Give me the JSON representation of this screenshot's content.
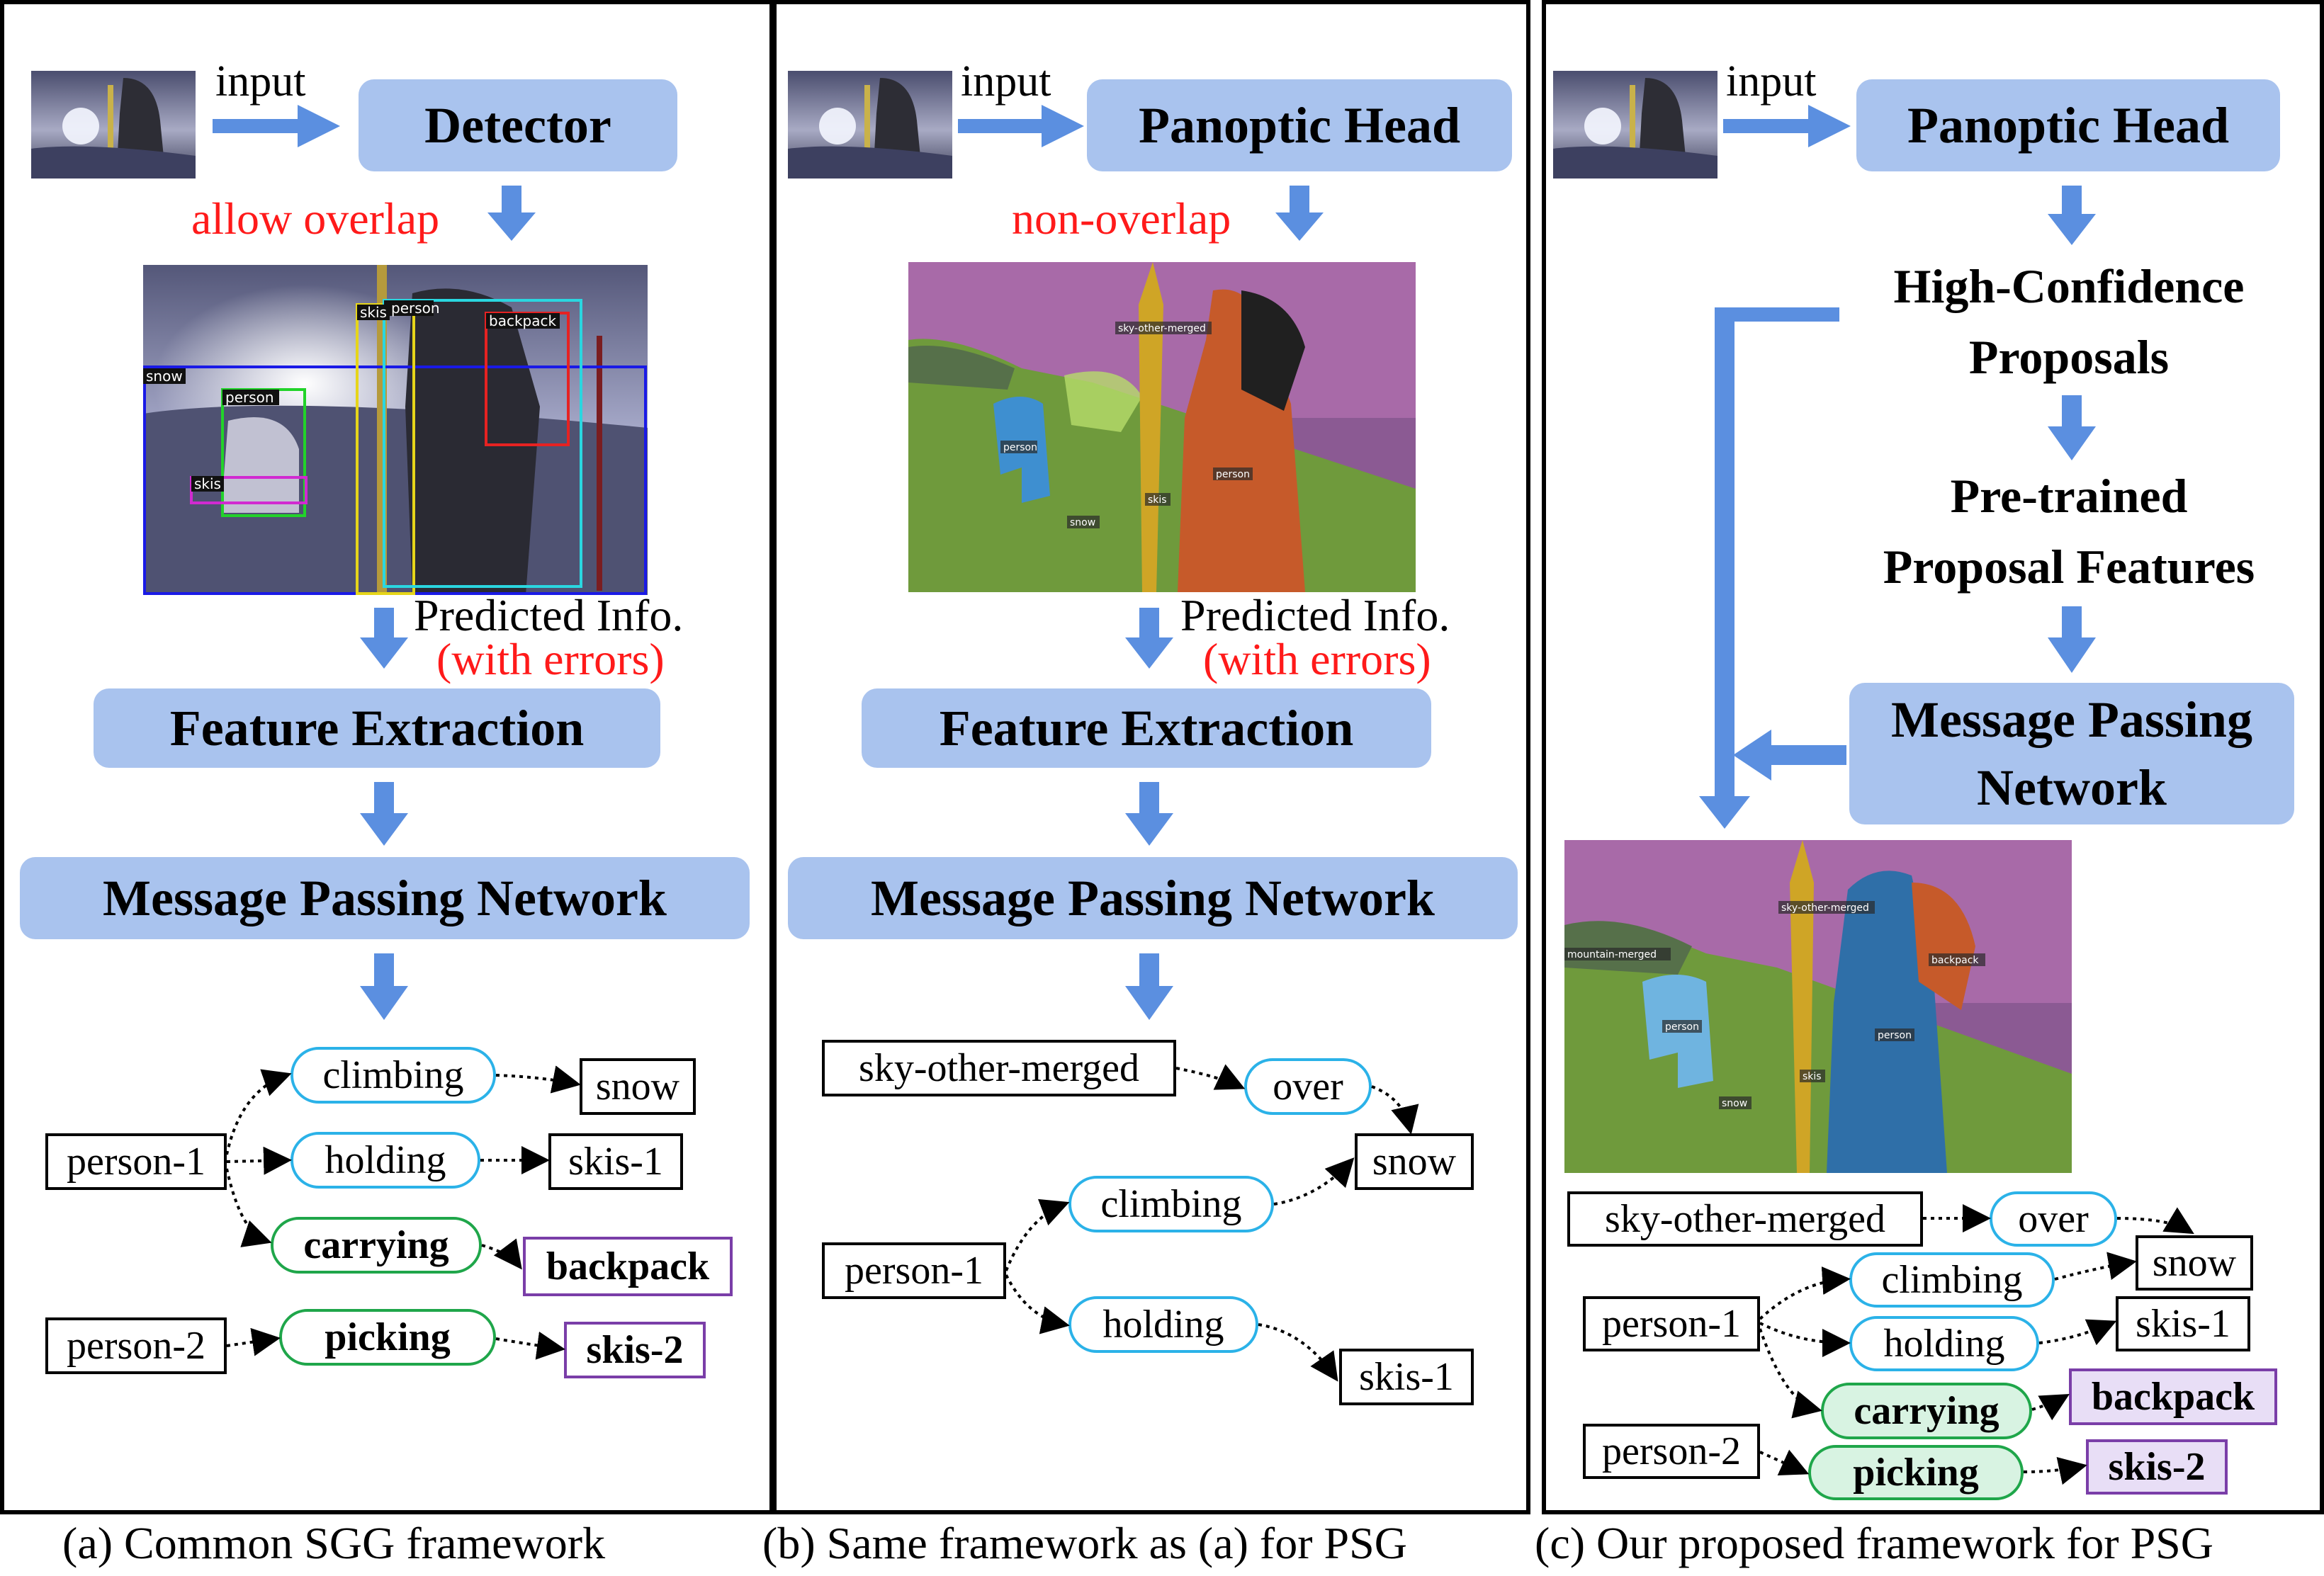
{
  "panels": {
    "a": {
      "input_label": "input",
      "detector": "Detector",
      "allow_overlap": "allow overlap",
      "predicted_info": "Predicted Info.",
      "with_errors": "(with errors)",
      "feature_extraction": "Feature Extraction",
      "message_passing": "Message Passing Network",
      "det_labels": [
        "snow",
        "person",
        "skis",
        "person",
        "backpack",
        "skis"
      ],
      "graph": {
        "subjects": [
          "person-1",
          "person-2"
        ],
        "predicates": [
          "climbing",
          "holding",
          "carrying",
          "picking"
        ],
        "objects": [
          "snow",
          "skis-1",
          "backpack",
          "skis-2"
        ]
      },
      "caption": "(a) Common SGG framework"
    },
    "b": {
      "input_label": "input",
      "head": "Panoptic Head",
      "non_overlap": "non-overlap",
      "predicted_info": "Predicted Info.",
      "with_errors": "(with errors)",
      "feature_extraction": "Feature Extraction",
      "message_passing": "Message Passing Network",
      "seg_labels": [
        "sky-other-merged",
        "person",
        "person",
        "skis",
        "snow"
      ],
      "graph": {
        "subjects": [
          "sky-other-merged",
          "person-1"
        ],
        "predicates": [
          "over",
          "climbing",
          "holding"
        ],
        "objects": [
          "snow",
          "skis-1"
        ]
      },
      "caption": "(b) Same framework as (a) for PSG"
    },
    "c": {
      "input_label": "input",
      "head": "Panoptic Head",
      "high_conf_line1": "High-Confidence",
      "high_conf_line2": "Proposals",
      "pretrained_line1": "Pre-trained",
      "pretrained_line2": "Proposal Features",
      "mpn_line1": "Message Passing",
      "mpn_line2": "Network",
      "seg_labels": [
        "sky-other-merged",
        "mountain-merged",
        "backpack",
        "person",
        "person",
        "skis",
        "snow"
      ],
      "graph": {
        "subjects": [
          "sky-other-merged",
          "person-1",
          "person-2"
        ],
        "predicates": [
          "over",
          "climbing",
          "holding",
          "carrying",
          "picking"
        ],
        "objects": [
          "snow",
          "skis-1",
          "backpack",
          "skis-2"
        ]
      },
      "caption": "(c) Our proposed framework for PSG"
    }
  },
  "colors": {
    "box_fill": "#a9c3ee",
    "arrow": "#5b8fe0",
    "red_text": "#ff1a1a",
    "predicate_blue": "#2bb2e8",
    "predicate_green": "#1fa64a",
    "object_purple": "#7a3ea8"
  }
}
